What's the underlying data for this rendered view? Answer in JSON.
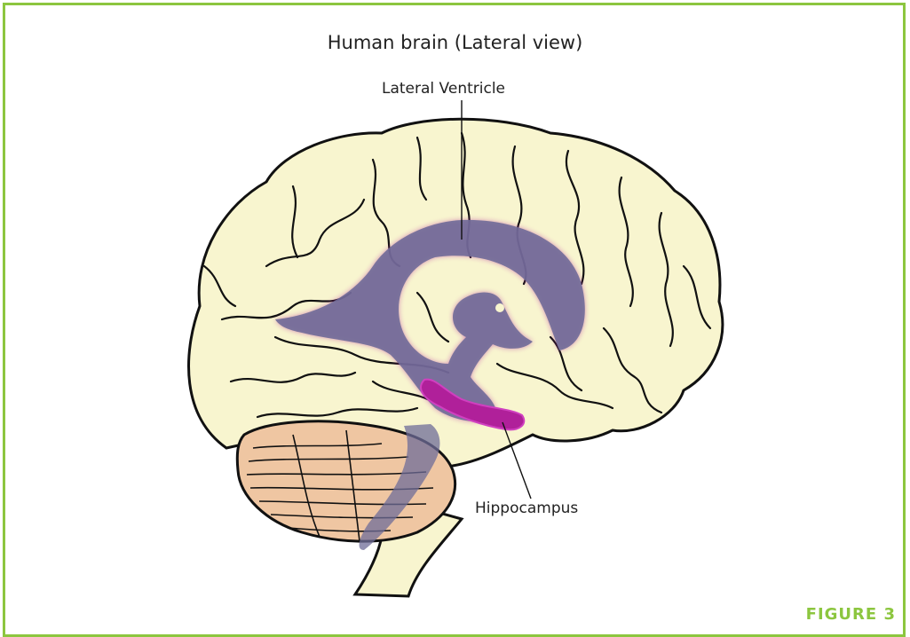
{
  "title": "Human brain (Lateral view)",
  "labels": {
    "lateral_ventricle": "Lateral Ventricle",
    "hippocampus": "Hippocampus"
  },
  "figure_tag": "FIGURE 3",
  "colors": {
    "frame": "#8cc63f",
    "brain_fill": "#f8f5cf",
    "cerebellum_fill": "#efc6a2",
    "ventricle_fill": "#6f6c98",
    "hippocampus_fill": "#b0209a",
    "outline": "#111111"
  }
}
